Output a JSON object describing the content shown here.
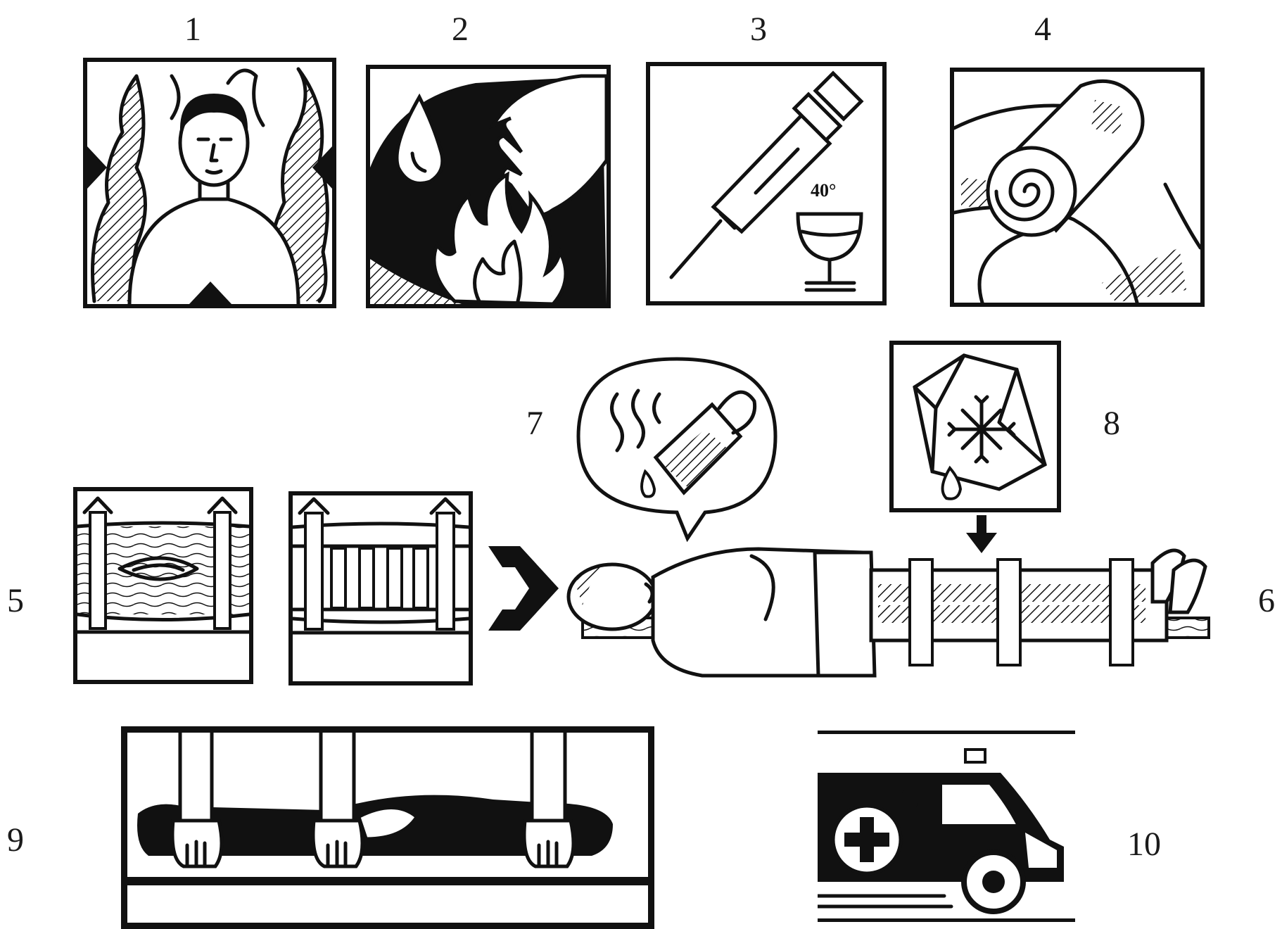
{
  "labels": {
    "n1": "1",
    "n2": "2",
    "n3": "3",
    "n4": "4",
    "n5": "5",
    "n6": "6",
    "n7": "7",
    "n8": "8",
    "n9": "9",
    "n10": "10"
  },
  "panel3": {
    "degree": "40°"
  },
  "ink_color": "#111111"
}
